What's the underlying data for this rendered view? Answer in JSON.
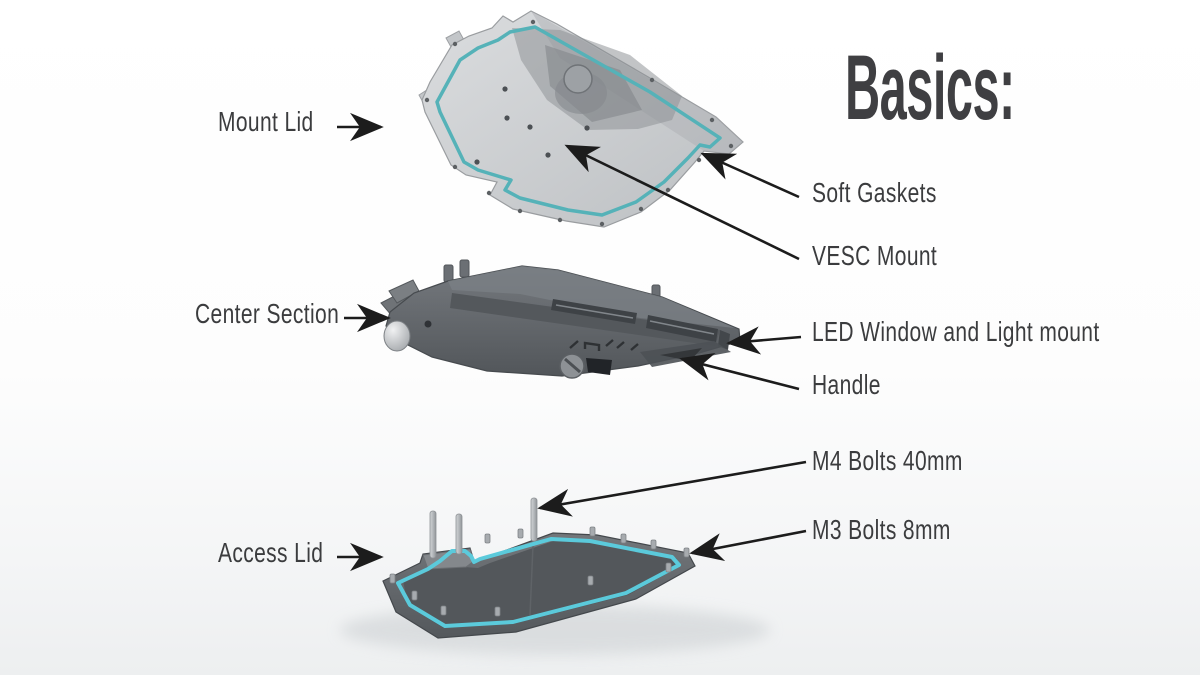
{
  "page": {
    "title": "Basics:"
  },
  "colors": {
    "label_text": "#3b3c3e",
    "title_text": "#3f3f42",
    "gasket_lid": "#55b2b8",
    "gasket_tray": "#5bcadb",
    "arrow": "#1c1c1c"
  },
  "callouts": {
    "left": [
      {
        "id": "mount-lid",
        "text": "Mount Lid"
      },
      {
        "id": "center-section",
        "text": "Center Section"
      },
      {
        "id": "access-lid",
        "text": "Access Lid"
      }
    ],
    "right": [
      {
        "id": "soft-gaskets",
        "text": "Soft Gaskets"
      },
      {
        "id": "vesc-mount",
        "text": "VESC Mount"
      },
      {
        "id": "led-window",
        "text": "LED Window and Light mount"
      },
      {
        "id": "handle",
        "text": "Handle"
      },
      {
        "id": "m4-bolts",
        "text": "M4 Bolts 40mm"
      },
      {
        "id": "m3-bolts",
        "text": "M3 Bolts 8mm"
      }
    ]
  }
}
